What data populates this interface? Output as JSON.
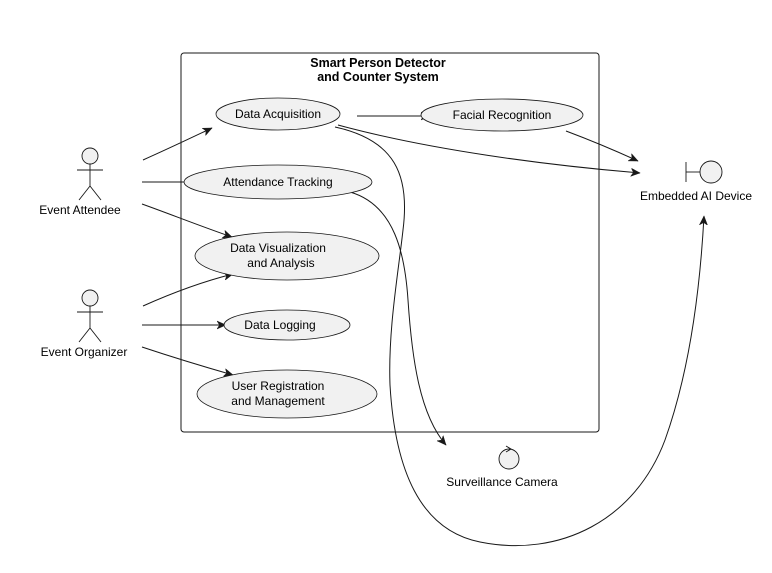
{
  "diagram": {
    "system": {
      "title_line1": "Smart Person Detector",
      "title_line2": "and Counter System"
    },
    "use_cases": {
      "data_acquisition": {
        "line1": "Data Acquisition"
      },
      "facial_recognition": {
        "line1": "Facial Recognition"
      },
      "attendance_tracking": {
        "line1": "Attendance Tracking"
      },
      "data_visualization": {
        "line1": "Data Visualization",
        "line2": "and Analysis"
      },
      "data_logging": {
        "line1": "Data Logging"
      },
      "user_registration": {
        "line1": "User Registration",
        "line2": "and Management"
      }
    },
    "actors": {
      "event_attendee": "Event Attendee",
      "event_organizer": "Event Organizer",
      "embedded_ai_device": "Embedded AI Device",
      "surveillance_camera": "Surveillance Camera"
    },
    "relations": [
      {
        "from": "Event Attendee",
        "to": "Data Acquisition"
      },
      {
        "from": "Event Attendee",
        "to": "Attendance Tracking"
      },
      {
        "from": "Event Attendee",
        "to": "Data Visualization and Analysis"
      },
      {
        "from": "Event Organizer",
        "to": "Data Visualization and Analysis"
      },
      {
        "from": "Event Organizer",
        "to": "Data Logging"
      },
      {
        "from": "Event Organizer",
        "to": "User Registration and Management"
      },
      {
        "from": "Data Acquisition",
        "to": "Facial Recognition"
      },
      {
        "from": "Data Acquisition",
        "to": "Embedded AI Device"
      },
      {
        "from": "Facial Recognition",
        "to": "Embedded AI Device"
      },
      {
        "from": "Attendance Tracking",
        "to": "Surveillance Camera"
      },
      {
        "from": "Data Acquisition",
        "to": "Embedded AI Device",
        "style": "curved-long"
      }
    ]
  }
}
